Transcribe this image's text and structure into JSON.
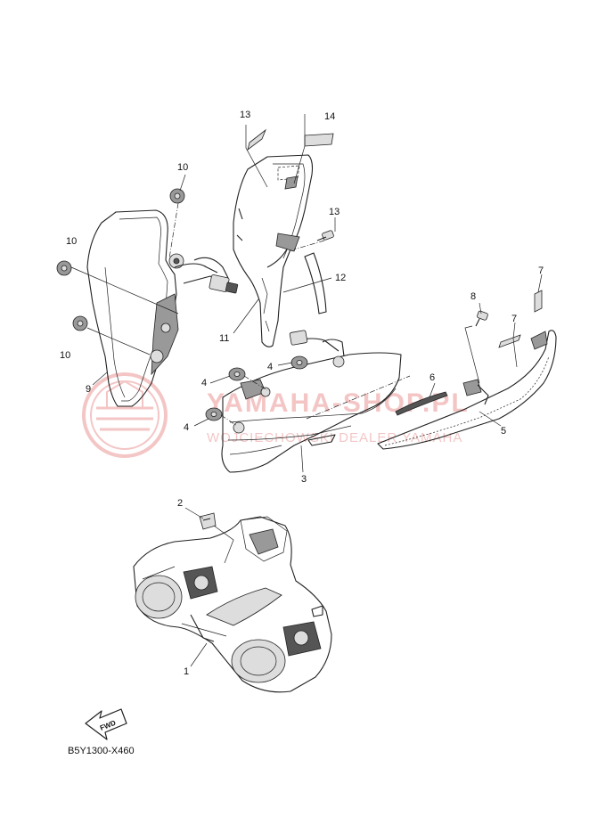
{
  "diagram_code": "B5Y1300-X460",
  "fwd_label": "FWD",
  "watermark": {
    "line1": "YAMAHA-SHOP.PL",
    "line2": "WOJCIECHOWSKI DEALER YAMAHA"
  },
  "callouts": [
    {
      "id": "c1",
      "label": "1"
    },
    {
      "id": "c2",
      "label": "2"
    },
    {
      "id": "c3",
      "label": "3"
    },
    {
      "id": "c4a",
      "label": "4"
    },
    {
      "id": "c4b",
      "label": "4"
    },
    {
      "id": "c4c",
      "label": "4"
    },
    {
      "id": "c5",
      "label": "5"
    },
    {
      "id": "c6",
      "label": "6"
    },
    {
      "id": "c7a",
      "label": "7"
    },
    {
      "id": "c7b",
      "label": "7"
    },
    {
      "id": "c8",
      "label": "8"
    },
    {
      "id": "c9",
      "label": "9"
    },
    {
      "id": "c10a",
      "label": "10"
    },
    {
      "id": "c10b",
      "label": "10"
    },
    {
      "id": "c10c",
      "label": "10"
    },
    {
      "id": "c11",
      "label": "11"
    },
    {
      "id": "c12",
      "label": "12"
    },
    {
      "id": "c13a",
      "label": "13"
    },
    {
      "id": "c13b",
      "label": "13"
    },
    {
      "id": "c14",
      "label": "14"
    }
  ],
  "colors": {
    "line": "#222222",
    "watermark": "#e36a6a",
    "background": "#ffffff"
  }
}
